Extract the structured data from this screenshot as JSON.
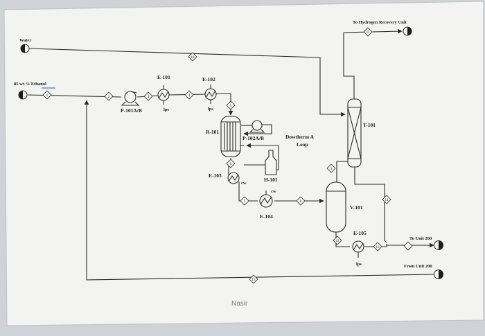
{
  "labels": {
    "water": "Water",
    "ethanol_feed": "85 wt.% Ethanol",
    "to_hydrogen": "To Hydrogen Recovery Unit",
    "to_unit": "To Unit 200",
    "from_unit": "From Unit 200",
    "signature": "Nasir",
    "dowtherm": "Dowtherm A",
    "loop": "Loop"
  },
  "equipment": {
    "pump_main": "P-101A/B",
    "e101": "E-101",
    "e102": "E-102",
    "r101": "R-101",
    "pump_loop": "P-102A/B",
    "h101": "H-101",
    "e103": "E-103",
    "e104": "E-104",
    "t101": "T-101",
    "v101": "V-101",
    "e105": "E-105"
  },
  "utilities": {
    "e101": "lps",
    "e102": "lps",
    "e103": "cw",
    "e104": "cw",
    "e105": "lps"
  },
  "streams": {
    "s1": "1",
    "s2": "2",
    "s3": "3",
    "s4": "4",
    "s5": "5",
    "s6": "6",
    "s7": "7",
    "s8": "8",
    "s9": "9",
    "s10": "10",
    "s11": "11",
    "s12": "12",
    "s13": "13",
    "s14": "14",
    "s15": "15"
  }
}
